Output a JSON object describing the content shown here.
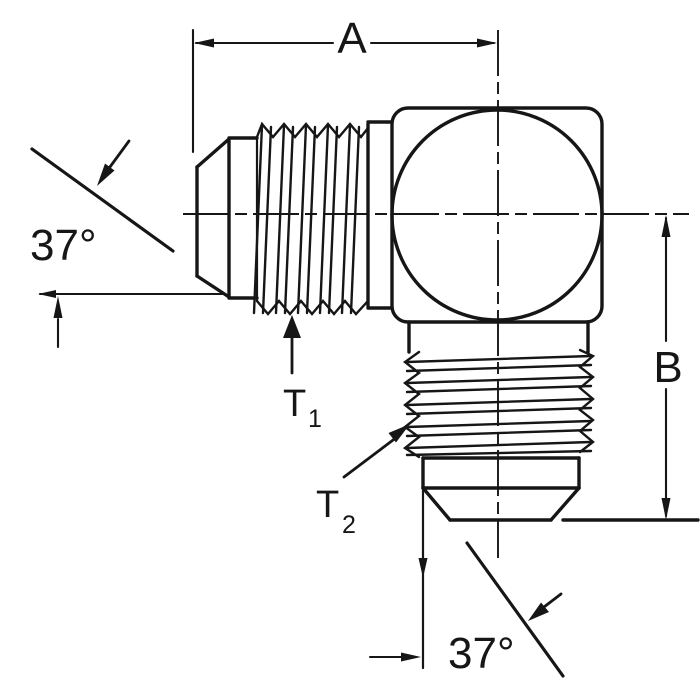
{
  "colors": {
    "ink": "#161616",
    "paper": "#ffffff"
  },
  "labels": {
    "dim_a": "A",
    "dim_b": "B",
    "t1_base": "T",
    "t1_sub": "1",
    "t2_base": "T",
    "t2_sub": "2",
    "angle_top_left": "37°",
    "angle_bottom_right": "37°"
  }
}
